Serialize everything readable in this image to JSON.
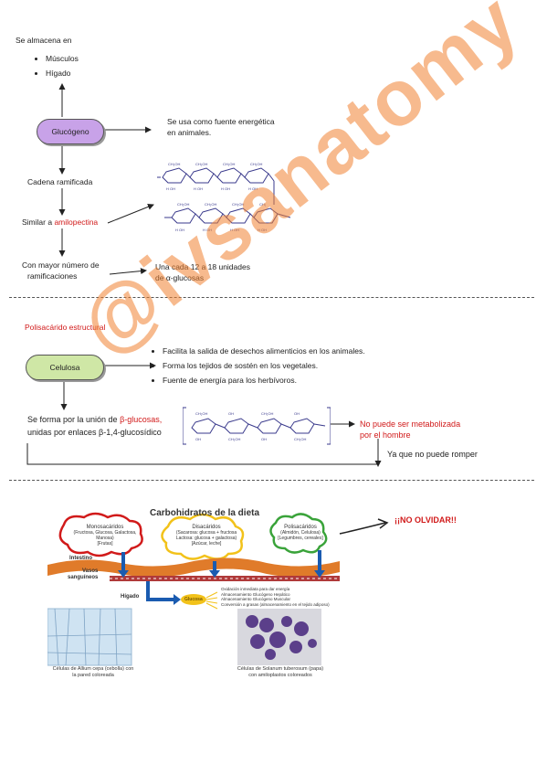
{
  "section1": {
    "stored_in": "Se almacena en",
    "locations": [
      "Músculos",
      "Hígado"
    ],
    "glucogeno": "Glucógeno",
    "energy_use": [
      "Se usa como fuente energética",
      "en animales."
    ],
    "chain": "Cadena ramificada",
    "similar_prefix": "Similar a ",
    "similar_term": "amilopectina",
    "more_branch": [
      "Con mayor número de",
      "ramificaciones"
    ],
    "units": [
      "Una cada 12 a 18 unidades",
      "de α-glucosas"
    ]
  },
  "section2": {
    "label": "Polisacárido estructural",
    "celulosa": "Celulosa",
    "bullets": [
      "Facilita la salida de desechos alimenticios en los animales.",
      "Forma los tejidos de sostén en los vegetales.",
      "Fuente de energía para los herbívoros."
    ],
    "formed_prefix": "Se forma por la unión de ",
    "formed_term": "β-glucosas,",
    "formed_line2": "unidas por enlaces β-1,4-glucosídico",
    "not_metab": [
      "No puede ser metabolizada",
      "por el hombre"
    ],
    "cannot_break": "Ya que no puede romper"
  },
  "diagram": {
    "title": "Carbohidratos de la dieta",
    "mono_title": "Monosacáridos",
    "mono_sub": "(Fructosa, Glucosa, Galactosa, Manosa)",
    "mono_sub2": "[Frutas]",
    "di_title": "Disacáridos",
    "di_sub1": "(Sacarosa: glucosa + fructosa",
    "di_sub2": "Lactosa: glucosa + galactosa)",
    "di_sub3": "[Azúcar, leche]",
    "poli_title": "Polisacáridos",
    "poli_sub": "(Almidón, Celulosa)",
    "poli_sub2": "[Legumbres, cereales]",
    "intestino": "Intestino",
    "vasos": "Vasos",
    "sanguineos": "sanguíneos",
    "higado": "Hígado",
    "glucosa": "Glucosa",
    "outputs": [
      "Oxidación inmediata para dar energía",
      "Almacenamiento Glucógeno Hepático",
      "Almacenamiento Glucógeno Muscular",
      "Conversión a grasas (almacenamiento en el tejido adiposo)"
    ],
    "caption_left1": "Células de Allium cepa (cebolla) con",
    "caption_left2": "la pared coloreada",
    "caption_right1": "Células de Solanum tuberosum (papa)",
    "caption_right2": "con amiloplastos coloreados",
    "no_olvidar": "¡¡NO OLVIDAR!!"
  },
  "watermark": "@ivsanatomy",
  "colors": {
    "glucogeno_fill": "#c8a2e8",
    "celulosa_fill": "#cfe7a6",
    "red": "#d11a1a",
    "watermark": "#f08232"
  }
}
